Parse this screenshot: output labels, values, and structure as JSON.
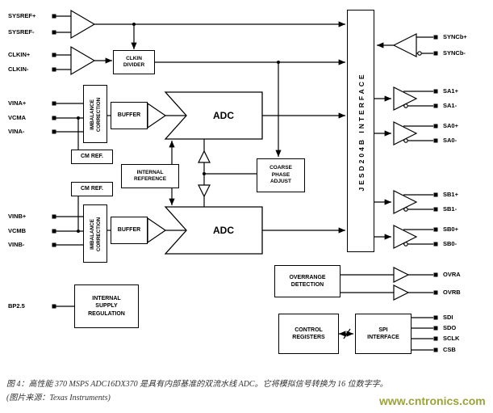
{
  "diagram": {
    "pins": {
      "left": [
        "SYSREF+",
        "SYSREF-",
        "CLKIN+",
        "CLKIN-",
        "VINA+",
        "VCMA",
        "VINA-",
        "VINB+",
        "VCMB",
        "VINB-",
        "BP2.5"
      ],
      "right": [
        "SYNCb+",
        "SYNCb-",
        "SA1+",
        "SA1-",
        "SA0+",
        "SA0-",
        "SB1+",
        "SB1-",
        "SB0+",
        "SB0-",
        "OVRA",
        "OVRB",
        "SDI",
        "SDO",
        "SCLK",
        "CSB"
      ]
    },
    "blocks": {
      "clkin_divider": "CLKIN\nDIVIDER",
      "imbalance_a": "IMBALANCE\nCORRECTION",
      "imbalance_b": "IMBALANCE\nCORRECTION",
      "buffer_a": "BUFFER",
      "buffer_b": "BUFFER",
      "adc_a": "ADC",
      "adc_b": "ADC",
      "cm_ref_a": "CM REF.",
      "cm_ref_b": "CM REF.",
      "internal_reference": "INTERNAL\nREFERENCE",
      "coarse_phase_adjust": "COARSE\nPHASE\nADJUST",
      "jesd204b_interface": "JESD204B INTERFACE",
      "overrange_detection": "OVERRANGE\nDETECTION",
      "control_registers": "CONTROL\nREGISTERS",
      "spi_interface": "SPI\nINTERFACE",
      "internal_supply_regulation": "INTERNAL\nSUPPLY\nREGULATION"
    }
  },
  "caption": {
    "line1": "图 4：高性能 370 MSPS ADC16DX370 是具有内部基准的双流水线 ADC。它将模拟信号转换为 16 位数字字。",
    "line2": "(图片来源：Texas Instruments)"
  },
  "watermark": "www.cntronics.com",
  "colors": {
    "line": "#000000",
    "watermark": "#9aa33a",
    "caption": "#333333"
  }
}
